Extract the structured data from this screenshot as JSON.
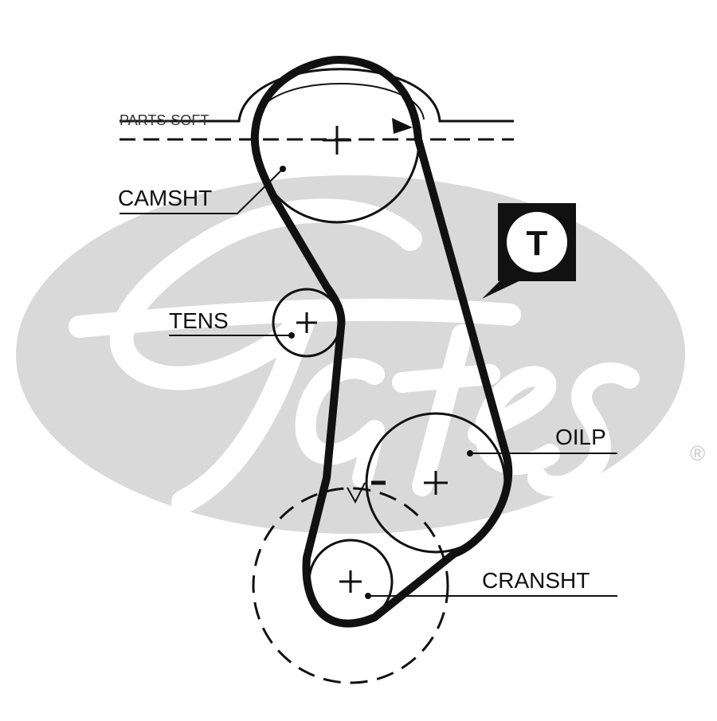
{
  "watermark": "PARTS-SOFT",
  "labels": {
    "camshaft": "CAMSHT",
    "tensioner": "TENS",
    "oil_pump": "OILP",
    "crankshaft": "CRANSHT"
  },
  "badge": {
    "letter": "T"
  },
  "brand": {
    "registered_mark": "®"
  },
  "colors": {
    "line": "#111111",
    "logo_gray": "#d9d9d9",
    "background": "#ffffff"
  },
  "icons": [
    "center-cross-icon",
    "direction-arrow-icon",
    "t-badge-icon",
    "registered-mark-icon"
  ]
}
